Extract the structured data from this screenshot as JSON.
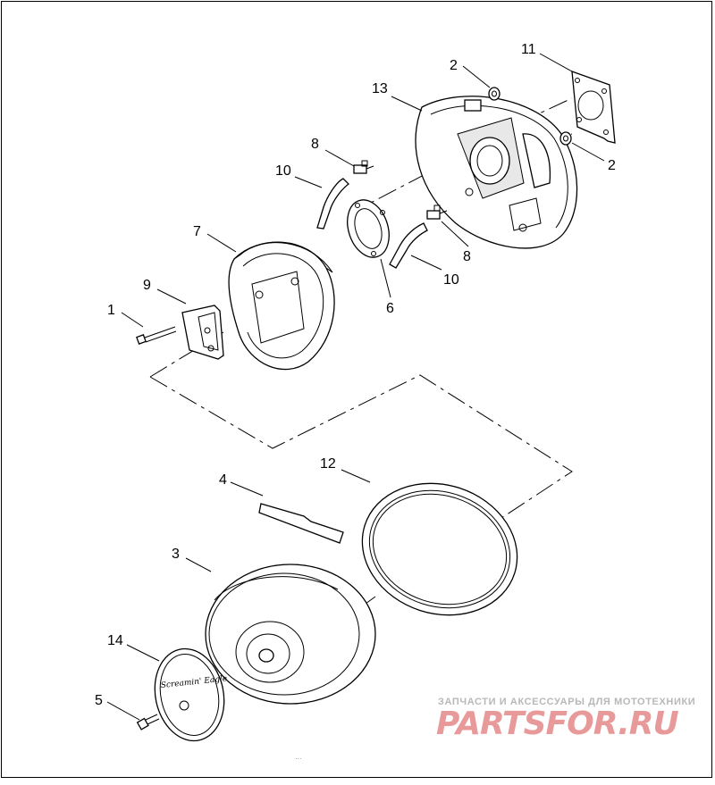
{
  "callouts": [
    {
      "id": "c1",
      "text": "1"
    },
    {
      "id": "c2a",
      "text": "2"
    },
    {
      "id": "c2b",
      "text": "2"
    },
    {
      "id": "c3",
      "text": "3"
    },
    {
      "id": "c4",
      "text": "4"
    },
    {
      "id": "c5",
      "text": "5"
    },
    {
      "id": "c6",
      "text": "6"
    },
    {
      "id": "c7",
      "text": "7"
    },
    {
      "id": "c8a",
      "text": "8"
    },
    {
      "id": "c8b",
      "text": "8"
    },
    {
      "id": "c9",
      "text": "9"
    },
    {
      "id": "c10a",
      "text": "10"
    },
    {
      "id": "c10b",
      "text": "10"
    },
    {
      "id": "c11",
      "text": "11"
    },
    {
      "id": "c12",
      "text": "12"
    },
    {
      "id": "c13",
      "text": "13"
    },
    {
      "id": "c14",
      "text": "14"
    }
  ],
  "cover_script": "Screamin' Eagle",
  "watermark": {
    "tagline": "ЗАПЧАСТИ И АКСЕССУАРЫ ДЛЯ МОТОТЕХНИКИ",
    "logo": "PARTSFOR.RU",
    "bottom": "..."
  },
  "colors": {
    "line": "#000000",
    "background": "#ffffff",
    "watermark_logo": "#e89a9a",
    "watermark_text": "#b8b8b8"
  }
}
